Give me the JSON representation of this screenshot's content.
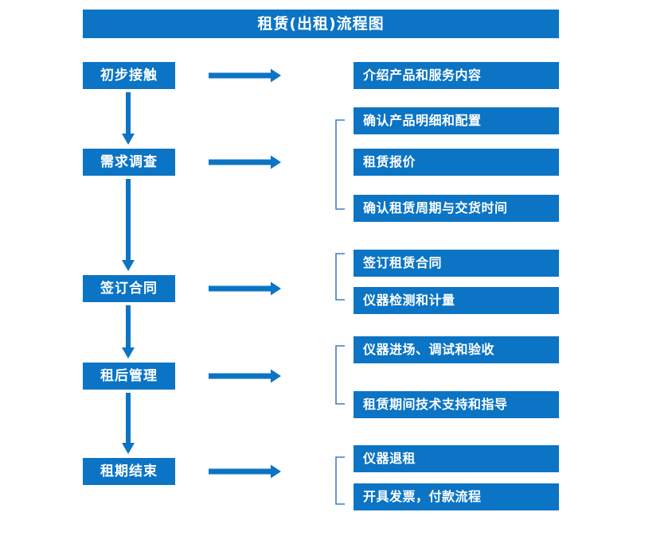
{
  "page": {
    "title": "租赁(出租)流程图",
    "colors": {
      "box_fill": "#0b74c4",
      "box_text": "#ffffff",
      "arrow": "#0b74c4",
      "bracket": "#3f7fbf",
      "background": "#ffffff"
    }
  },
  "header": {
    "banner_label": "租赁(出租)流程图"
  },
  "stages": [
    {
      "id": "stage-1",
      "label": "初步接触"
    },
    {
      "id": "stage-2",
      "label": "需求调查"
    },
    {
      "id": "stage-3",
      "label": "签订合同"
    },
    {
      "id": "stage-4",
      "label": "租后管理"
    },
    {
      "id": "stage-5",
      "label": "租期结束"
    }
  ],
  "details": [
    {
      "id": "detail-1-1",
      "label": "介绍产品和服务内容"
    },
    {
      "id": "detail-2-1",
      "label": "确认产品明细和配置"
    },
    {
      "id": "detail-2-2",
      "label": "租赁报价"
    },
    {
      "id": "detail-2-3",
      "label": "确认租赁周期与交货时间"
    },
    {
      "id": "detail-3-1",
      "label": "签订租赁合同"
    },
    {
      "id": "detail-3-2",
      "label": "仪器检测和计量"
    },
    {
      "id": "detail-4-1",
      "label": "仪器进场、调试和验收"
    },
    {
      "id": "detail-4-2",
      "label": "租赁期间技术支持和指导"
    },
    {
      "id": "detail-5-1",
      "label": "仪器退租"
    },
    {
      "id": "detail-5-2",
      "label": "开具发票，付款流程"
    }
  ],
  "connectors": {
    "horizontal_arrows": 5,
    "vertical_arrows": 4,
    "group_brackets": 4
  }
}
